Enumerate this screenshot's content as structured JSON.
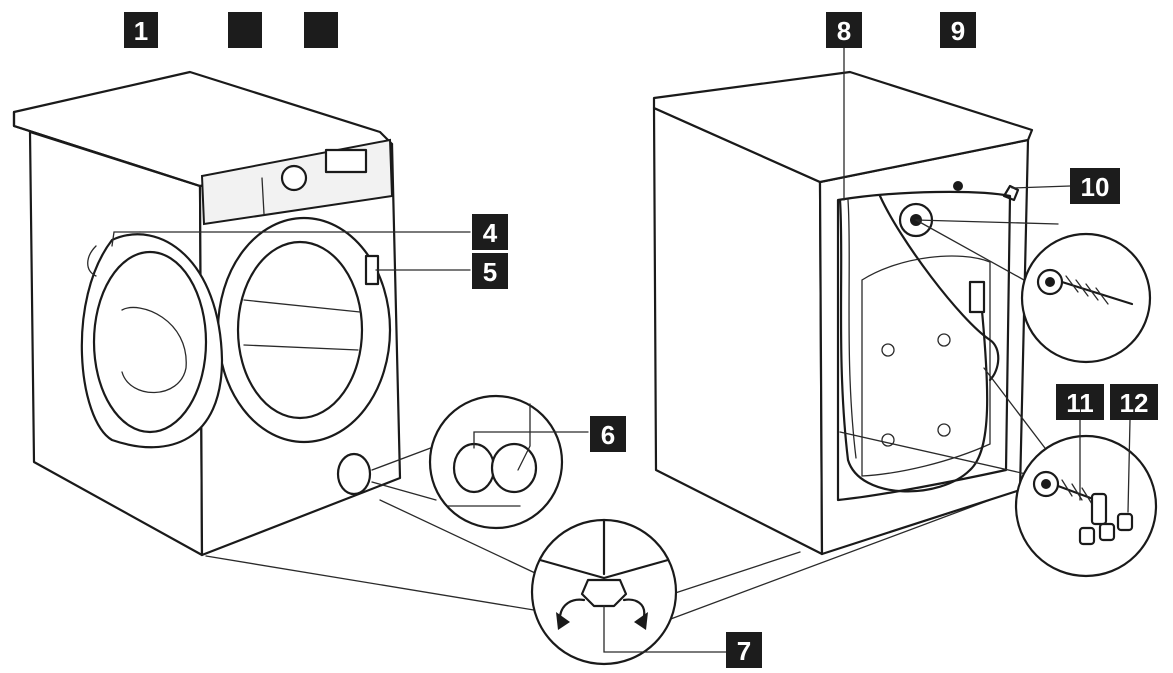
{
  "callouts": [
    {
      "id": "1",
      "label": "1"
    },
    {
      "id": "2",
      "label": ""
    },
    {
      "id": "3",
      "label": ""
    },
    {
      "id": "4",
      "label": "4"
    },
    {
      "id": "5",
      "label": "5"
    },
    {
      "id": "6",
      "label": "6"
    },
    {
      "id": "7",
      "label": "7"
    },
    {
      "id": "8",
      "label": "8"
    },
    {
      "id": "9",
      "label": "9"
    },
    {
      "id": "10",
      "label": "10"
    },
    {
      "id": "11",
      "label": "11"
    },
    {
      "id": "12",
      "label": "12"
    }
  ],
  "colors": {
    "ink": "#1a1a1a",
    "callout_bg": "#1c1c1c",
    "callout_fg": "#ffffff"
  }
}
